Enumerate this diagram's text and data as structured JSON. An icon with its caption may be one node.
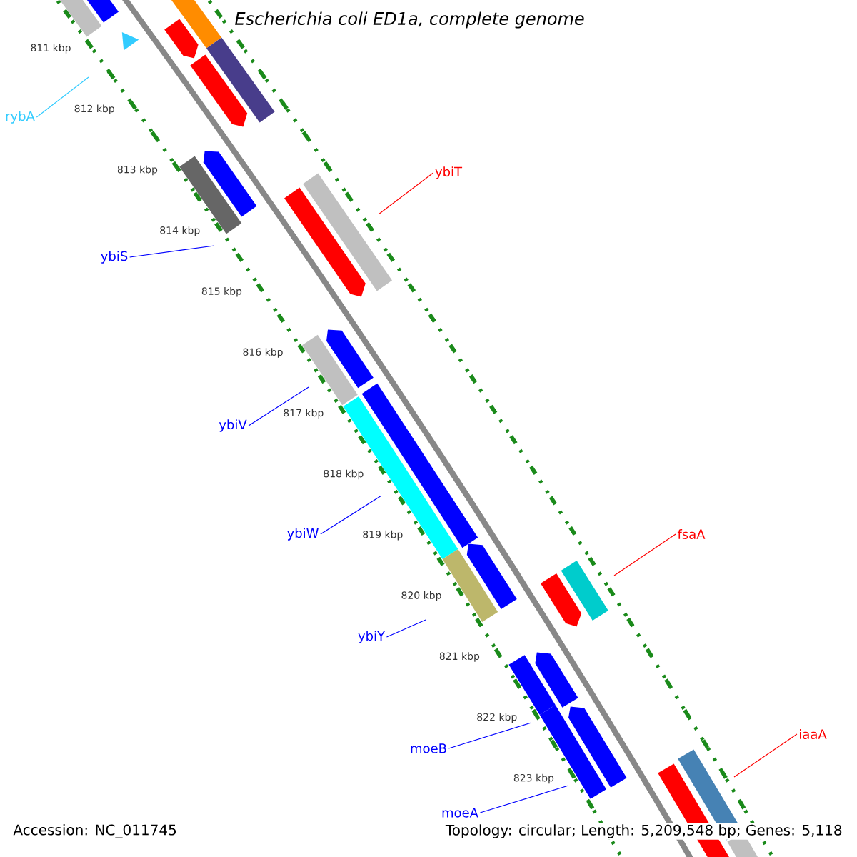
{
  "diagram": {
    "title": "Escherichia coli ED1a, complete genome",
    "nodes": [
      {
        "text": [
          "rybA"
        ]
      },
      {
        "text": [
          "ybiT"
        ]
      },
      {
        "text": [
          "ybiS"
        ]
      },
      {
        "text": [
          "ybiV"
        ]
      },
      {
        "text": [
          "ybiW"
        ]
      },
      {
        "text": [
          "fsaA"
        ]
      },
      {
        "text": [
          "ybiY"
        ]
      },
      {
        "text": [
          "iaaA"
        ]
      },
      {
        "text": [
          "moeB"
        ]
      },
      {
        "text": [
          "moeA"
        ]
      }
    ],
    "edges": [
      {
        "from": 0,
        "to": null,
        "arrow": "none",
        "color": "#33ccff"
      },
      {
        "from": 1,
        "to": null,
        "arrow": "none",
        "color": "#ff0000"
      },
      {
        "from": 2,
        "to": null,
        "arrow": "none"
      },
      {
        "from": 3,
        "to": null,
        "arrow": "none"
      },
      {
        "from": 4,
        "to": null,
        "arrow": "none"
      },
      {
        "from": 5,
        "to": null,
        "arrow": "none",
        "color": "#ff0000"
      },
      {
        "from": 6,
        "to": null,
        "arrow": "none"
      },
      {
        "from": 7,
        "to": null,
        "arrow": "none",
        "color": "#ff0000"
      },
      {
        "from": 8,
        "to": null,
        "arrow": "none"
      },
      {
        "from": 9,
        "to": null,
        "arrow": "none"
      }
    ],
    "labels": [
      "811 kbp",
      "812 kbp",
      "813 kbp",
      "814 kbp",
      "815 kbp",
      "816 kbp",
      "817 kbp",
      "818 kbp",
      "819 kbp",
      "820 kbp",
      "821 kbp",
      "822 kbp",
      "823 kbp",
      "Accession: NC_011745",
      "Topology: circular; Length: 5,209,548 bp; Genes: 5,118"
    ]
  }
}
